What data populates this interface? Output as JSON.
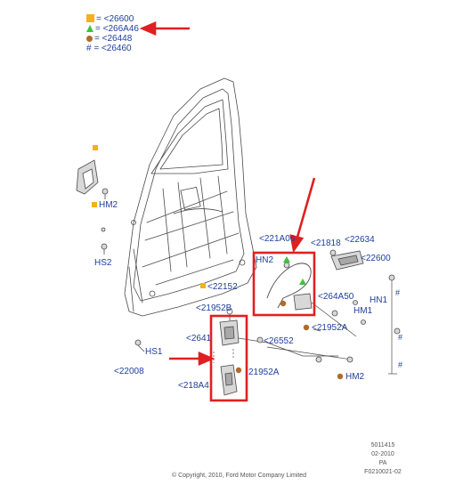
{
  "colors": {
    "label": "#1f3f9b",
    "line": "#4a4a4a",
    "part_fill": "#d8d8d8",
    "highlight_red": "#e02020",
    "sym_square": "#f2b21b",
    "sym_triangle": "#3cc43c",
    "sym_circle": "#b06a2a"
  },
  "legend": [
    {
      "symbol": "square-symbol",
      "text": "= <26600"
    },
    {
      "symbol": "triangle-symbol",
      "text": "= <266A46"
    },
    {
      "symbol": "circle-symbol",
      "text": "= <26448"
    },
    {
      "symbol": "hash-symbol",
      "text": "# = <26460"
    }
  ],
  "labels": {
    "hm2_left": "HM2",
    "hs2": "HS2",
    "l22152": "<22152",
    "l21952b": "<21952B",
    "l2641": "<2641",
    "hs1": "HS1",
    "l22008": "<22008",
    "l218a4": "<218A4",
    "l221a06": "<221A06",
    "hn2": "HN2",
    "l21818": "<21818",
    "l22634": "<22634",
    "l22600": "<22600",
    "l264a50": "<264A50",
    "hn1": "HN1",
    "hm1": "HM1",
    "l21952a_right": "<21952A",
    "l26552": "<26552",
    "l21952a_lower": "21952A",
    "hm2_right": "HM2"
  },
  "footer": {
    "copyright": "© Copyright, 2010, Ford Motor Company Limited",
    "code1": "5011415",
    "date": "02-2010",
    "rev": "PA",
    "code2": "F0210021-02"
  }
}
